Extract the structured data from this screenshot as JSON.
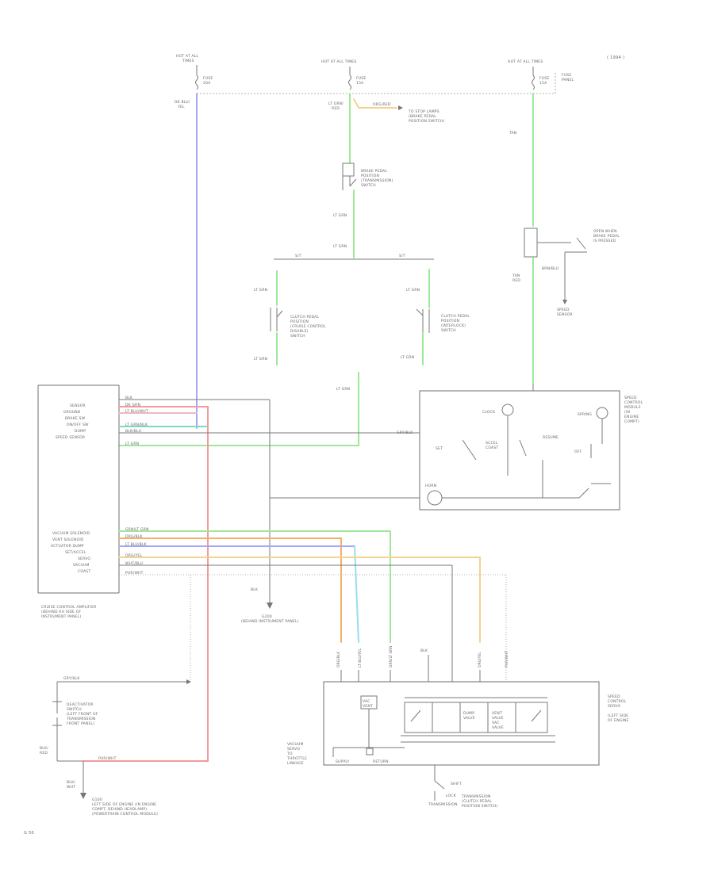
{
  "page": {
    "corner_top": "( 1994 )",
    "corner_bottom": "G 50"
  },
  "colors": {
    "blue_wire": "#a7a8ee",
    "green_wire": "#9ee89a",
    "red_wire": "#f39a9a",
    "orange_wire": "#f4b069",
    "yellow_wire": "#f4d38e",
    "lightblue_wire": "#98dcf0",
    "pink_wire": "#f2b7c7",
    "teal_wire": "#7fd8c4",
    "frame": "#6f6f6f"
  },
  "labels": {
    "hot_left": [
      "HOT AT ALL",
      "TIMES"
    ],
    "hot_mid": [
      "HOT AT ALL TIMES"
    ],
    "hot_right": [
      "HOT AT ALL TIMES"
    ],
    "fuse_left": [
      "FUSE",
      "20A"
    ],
    "fuse_mid": [
      "FUSE",
      "15A"
    ],
    "fuse_right": [
      "FUSE",
      "15A"
    ],
    "fuse_panel": [
      "FUSE",
      "PANEL"
    ],
    "wire_left_top": [
      "DK BLU/",
      "YEL"
    ],
    "wire_mid_top": [
      "LT GRN/",
      "RED"
    ],
    "wire_orange_top": "ORG/RED",
    "stoplamps": [
      "TO STOP LAMPS",
      "(BRAKE PEDAL",
      "POSITION SWITCH)"
    ],
    "brake_switch": [
      "BRAKE PEDAL",
      "POSITION",
      "(TRANSMISSION)",
      "SWITCH"
    ],
    "wire_mid_a": "LT GRN",
    "wire_mid_b": "LT GRN",
    "junction_left": "S/T",
    "junction_right": "S/T",
    "clutch_left": [
      "CLUTCH PEDAL",
      "POSITION",
      "(CRUISE CONTROL",
      "DISABLE)",
      "SWITCH"
    ],
    "clutch_right": [
      "CLUTCH PEDAL",
      "POSITION",
      "(INTERLOCK)",
      "SWITCH"
    ],
    "wire_cl_a": "LT GRN",
    "wire_cl_b": "LT GRN",
    "wire_cr_a": "LT GRN",
    "wire_cr_b": "LT GRN",
    "wire_mid_c": "LT GRN",
    "pedal_switch": [
      "OPEN WHEN",
      "BRAKE PEDAL",
      "IS PRESSED"
    ],
    "wire_right_a": "TAN",
    "wire_right_b": [
      "TAN",
      "RED"
    ],
    "wire_right_blk": "BRN/BLU",
    "ground_speed": [
      "SPEED",
      "SENSOR"
    ],
    "module_label": [
      "SPEED",
      "CONTROL",
      "MODULE",
      "(IN",
      "ENGINE",
      "COMPT)"
    ],
    "module_parts": [
      "SET",
      "ACCEL",
      "COAST",
      "RESUME",
      "OFF",
      "HORN",
      "CLOCK",
      "SPRING"
    ],
    "module_wire": "GRY/BLK",
    "left_pins_top": [
      "SENSOR",
      "GROUND",
      "BRAKE SW",
      "ON/OFF SW",
      "DUMP",
      "SPEED SENSOR"
    ],
    "left_pins_bottom": [
      "VACUUM SOLENOID",
      "VENT SOLENOID",
      "ACTUATOR DUMP",
      "SET/ACCEL",
      "SERVO",
      "VACUUM",
      "COAST"
    ],
    "wires_top": [
      "BLK",
      "DK GRN",
      "LT BLU/WHT",
      "LT GRN/BLK",
      "BLK/BLU",
      "LT GRN"
    ],
    "wires_bottom": [
      "GRN/LT GRN",
      "ORG/BLK",
      "LT BLU/BLK",
      "ORG/YEL",
      "WHT/BLU",
      "PUR/WHT"
    ],
    "left_module_caption": [
      "CRUISE CONTROL AMPLIFIER",
      "(BEHIND RH SIDE OF",
      "INSTRUMENT PANEL)"
    ],
    "ground_mid": [
      "G200",
      "(BEHIND INSTRUMENT PANEL)"
    ],
    "ground_mid_wire": "BLK",
    "lower_wires": [
      "ORG/BLK",
      "LT BLU/YEL",
      "GRN/LT GRN",
      "BLK",
      "ORG/YEL",
      "PUR/WHT"
    ],
    "servo_label": [
      "SPEED",
      "CONTROL",
      "SERVO",
      "(LEFT SIDE",
      "OF ENGINE"
    ],
    "servo_boxes": [
      "VAC",
      "VENT"
    ],
    "servo_inner": [
      "DUMP",
      "VALVE",
      "VENT",
      "VALVE",
      "VAC",
      "VALVE"
    ],
    "vacuum_reservoir": [
      "VACUUM",
      "SERVO",
      "TO",
      "THROTTLE",
      "LINKAGE"
    ],
    "vacuum_labels": [
      "SUPPLY",
      "RETURN"
    ],
    "pedal_lower": [
      "TRANSMISSION",
      "SHIFT",
      "LOCK"
    ],
    "clutch_lower": [
      "TRANSMISSION",
      "(CLUTCH PEDAL",
      "POSITION SWITCH)"
    ],
    "lower_left_wire": "GRY/BLK",
    "lower_left_switch": [
      "DEACTIVATOR",
      "SWITCH",
      "(LEFT FRONT OF",
      "TRANSMISSION",
      "FRONT PANEL)"
    ],
    "lower_left_wires": [
      "BLK/",
      "RED"
    ],
    "lower_left_gnd_wire": "PUR/WHT",
    "lower_left_ground_wire": [
      "BLK/",
      "WHT"
    ],
    "ground_bottom": [
      "G100",
      "LEFT SIDE OF ENGINE (IN ENGINE",
      "COMPT, BEHIND HEADLAMP)",
      "(POWERTRAIN CONTROL MODULE)"
    ]
  }
}
